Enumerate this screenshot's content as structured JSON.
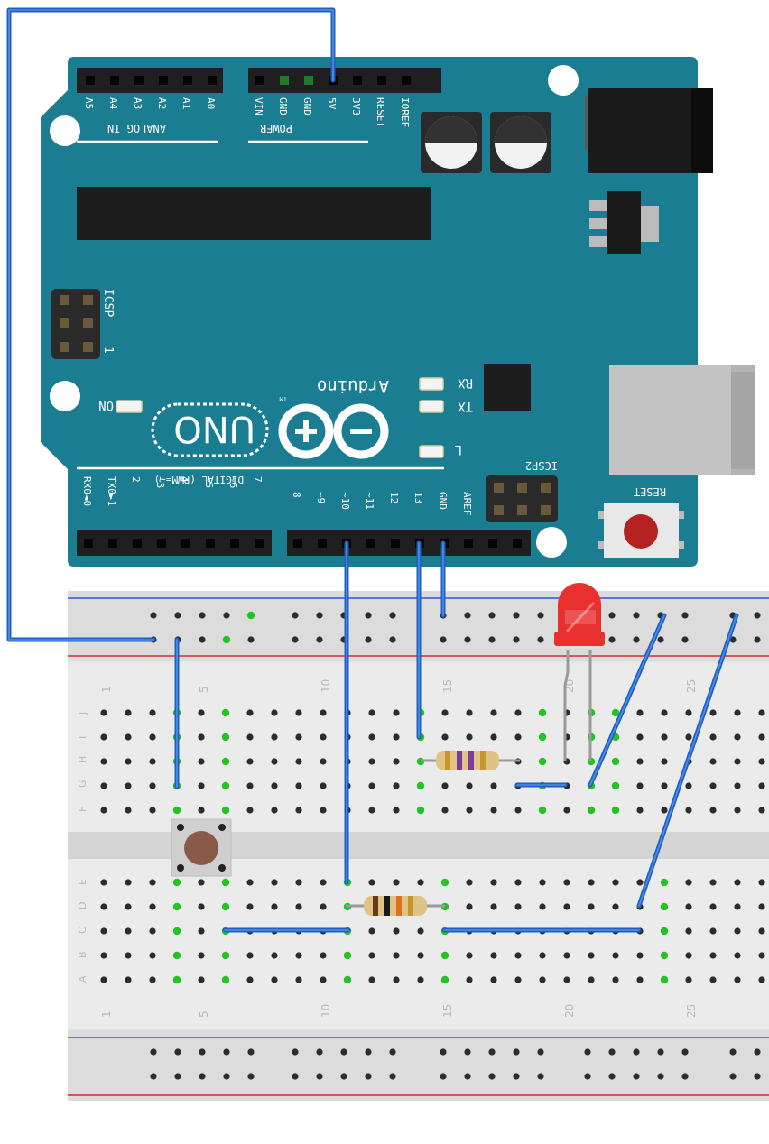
{
  "board": {
    "name": "Arduino",
    "tm": "TM",
    "model": "UNO",
    "color": "#1b7d91",
    "power_header_label": "POWER",
    "analog_header_label": "ANALOG IN",
    "digital_header_label": "DIGITAL (PWM=~)",
    "icsp_label": "ICSP",
    "icsp2_label": "ICSP2",
    "icsp_pin1_mark": "1",
    "on_led_label": "ON",
    "rx_label": "RX",
    "tx_label": "TX",
    "l_led_label": "L",
    "reset_label": "RESET",
    "power_pins": [
      "VIN",
      "GND",
      "GND",
      "5V",
      "3V3",
      "RESET",
      "IOREF"
    ],
    "analog_pins": [
      "A5",
      "A4",
      "A3",
      "A2",
      "A1",
      "A0"
    ],
    "digital_pins_low": [
      "RX0◄0",
      "TX0►1",
      "2",
      "~3",
      "4",
      "~5",
      "~6",
      "7"
    ],
    "digital_pins_high": [
      "8",
      "~9",
      "~10",
      "~11",
      "12",
      "13",
      "GND",
      "AREF"
    ]
  },
  "breadboard": {
    "column_labels_top": [
      "1",
      "5",
      "10",
      "15",
      "20",
      "25"
    ],
    "column_labels_bottom": [
      "1",
      "5",
      "10",
      "15",
      "20",
      "25"
    ],
    "row_labels_top": [
      "J",
      "I",
      "H",
      "G",
      "F"
    ],
    "row_labels_bottom": [
      "E",
      "D",
      "C",
      "B",
      "A"
    ]
  },
  "components": {
    "led_color": "#e8302e",
    "resistor_1_bands": [
      "#c8962a",
      "#7a3c9e",
      "#7a3c9e",
      "#c8962a"
    ],
    "resistor_2_bands": [
      "#6b3a1e",
      "#1a1a1a",
      "#e07020",
      "#c8962a"
    ],
    "button_cap_color": "#8a5a48",
    "reset_button_color": "#b52222"
  },
  "wires": {
    "color": "#1f5fbf",
    "connections": [
      "5V → top power rail",
      "power rail → pushbutton",
      "pin 10 → pushbutton / resistor",
      "pin 13 → LED resistor",
      "GND → ground rail",
      "LED → resistor",
      "LED cathode → ground rail",
      "ground rail → lower resistor",
      "pushbutton → pin 10 junction",
      "lower resistor → ground wire"
    ]
  }
}
